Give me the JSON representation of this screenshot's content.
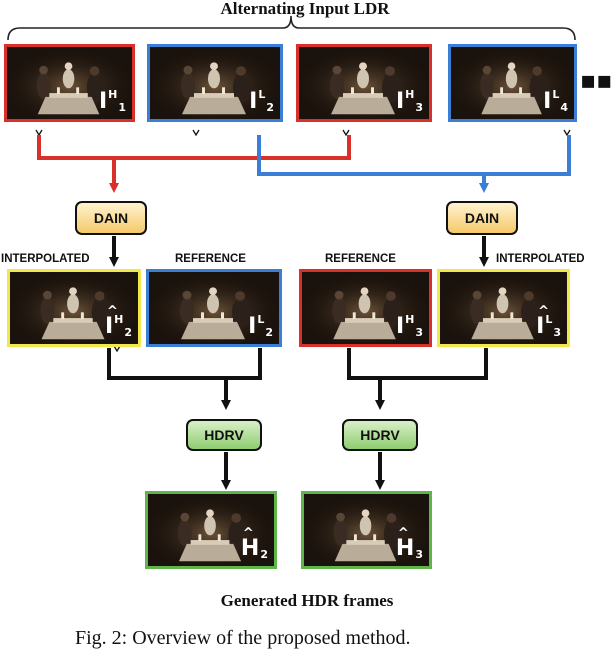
{
  "header": {
    "title": "Alternating Input LDR"
  },
  "input_frames": [
    {
      "base": "I",
      "sup": "H",
      "sub": "1",
      "hat": false,
      "border": "#d9302b"
    },
    {
      "base": "I",
      "sup": "L",
      "sub": "2",
      "hat": false,
      "border": "#3b7ed6"
    },
    {
      "base": "I",
      "sup": "H",
      "sub": "3",
      "hat": false,
      "border": "#d9302b"
    },
    {
      "base": "I",
      "sup": "L",
      "sub": "4",
      "hat": false,
      "border": "#3b7ed6"
    }
  ],
  "ellipsis": "▪▪",
  "dain": [
    {
      "label": "DAIN"
    },
    {
      "label": "DAIN"
    }
  ],
  "labels": {
    "interpolated_left": "INTERPOLATED",
    "reference_left": "REFERENCE",
    "reference_right": "REFERENCE",
    "interpolated_right": "INTERPOLATED"
  },
  "mid_frames": [
    {
      "base": "I",
      "sup": "H",
      "sub": "2",
      "hat": true,
      "border": "#f2e84a"
    },
    {
      "base": "I",
      "sup": "L",
      "sub": "2",
      "hat": false,
      "border": "#3b7ed6"
    },
    {
      "base": "I",
      "sup": "H",
      "sub": "3",
      "hat": false,
      "border": "#d9302b"
    },
    {
      "base": "I",
      "sup": "L",
      "sub": "3",
      "hat": true,
      "border": "#f2e84a"
    }
  ],
  "hdrv": [
    {
      "label": "HDRV"
    },
    {
      "label": "HDRV"
    }
  ],
  "output_frames": [
    {
      "base": "H",
      "sup": "",
      "sub": "2",
      "hat": true,
      "border": "#5fb54a"
    },
    {
      "base": "H",
      "sup": "",
      "sub": "3",
      "hat": true,
      "border": "#5fb54a"
    }
  ],
  "footer": {
    "title": "Generated HDR frames"
  },
  "caption": "Fig. 2: Overview of the proposed method.",
  "colors": {
    "red": "#d9302b",
    "blue": "#3b7ed6",
    "yellow": "#f2e84a",
    "green": "#5fb54a",
    "black": "#111111"
  }
}
